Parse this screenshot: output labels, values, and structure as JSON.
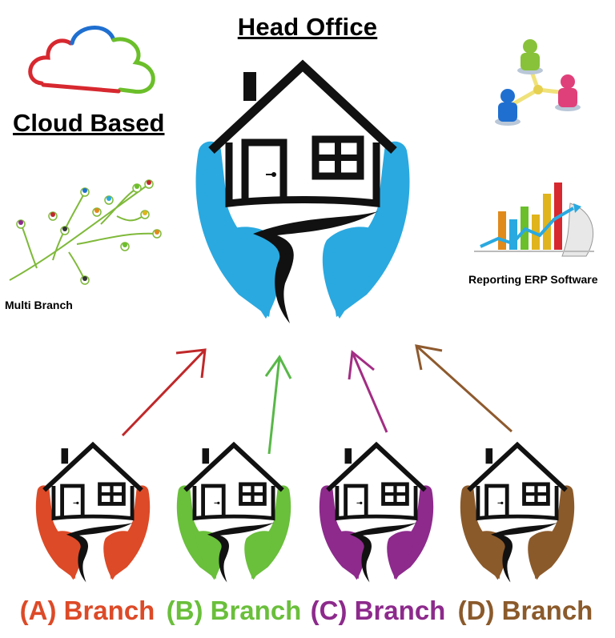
{
  "titles": {
    "head_office": "Head Office",
    "cloud_based": "Cloud Based"
  },
  "captions": {
    "multi_branch": "Multi Branch",
    "reporting": "Reporting ERP Software"
  },
  "colors": {
    "head_office_hands": "#2aa9e0",
    "cloud_red": "#d7282f",
    "cloud_blue": "#1f6fd0",
    "cloud_green": "#6bbf2a"
  },
  "branches": [
    {
      "label": "(A) Branch",
      "color": "#dd4a27",
      "arrow": "#c0282a"
    },
    {
      "label": "(B) Branch",
      "color": "#6abf3b",
      "arrow": "#58b848"
    },
    {
      "label": "(C) Branch",
      "color": "#8d2a8c",
      "arrow": "#a32d84"
    },
    {
      "label": "(D) Branch",
      "color": "#8b5a2b",
      "arrow": "#8e5a2e"
    }
  ]
}
